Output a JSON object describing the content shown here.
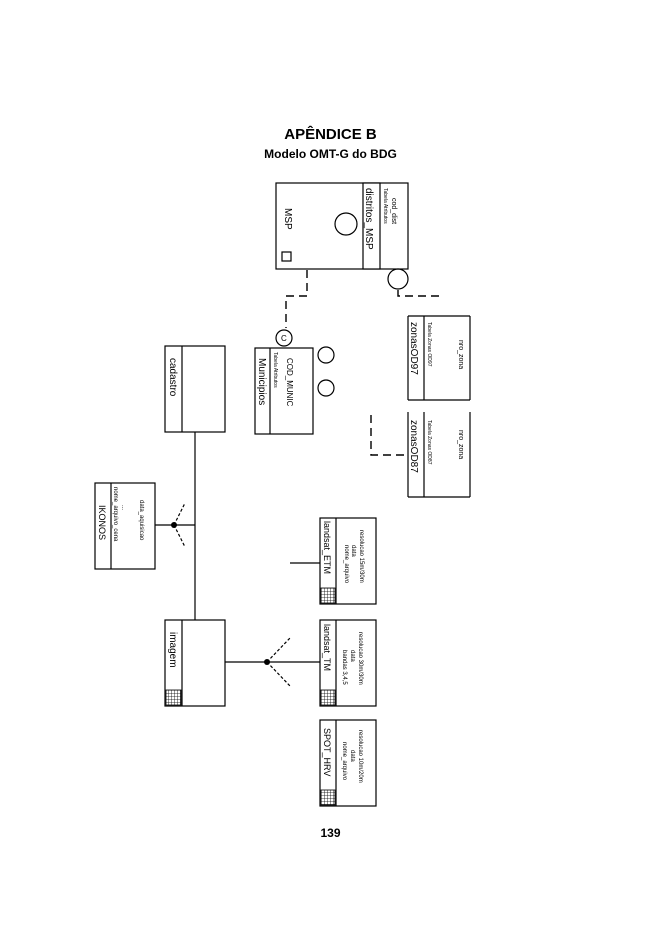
{
  "header": {
    "title": "APÊNDICE B",
    "subtitle": "Modelo OMT-G do BDG"
  },
  "page_number": "139",
  "classes": {
    "msp": {
      "name": "MSP"
    },
    "distritos": {
      "name": "distritos_MSP",
      "stereo": "Tabela Atributos",
      "attr": "cod_dist"
    },
    "municipios": {
      "name": "Municipios",
      "stereo": "Tabela Atributos",
      "attr": "COD_MUNIC"
    },
    "zonas_a": {
      "name": "zonasOD97",
      "stereo": "Tabela Zonas OD97",
      "attr": "nro_zona"
    },
    "zonas_b": {
      "name": "zonasOD87",
      "stereo": "Tabela Zonas OD87",
      "attr": "nro_zona"
    },
    "cadastro": {
      "name": "cadastro"
    },
    "imagem": {
      "name": "imagem"
    },
    "ikonos": {
      "name": "IKONOS",
      "attrs": [
        "nome_arquivo_cena",
        "...",
        "data_aquisicao"
      ]
    },
    "landsat_etm": {
      "name": "landsat_ETM",
      "attrs": [
        "nome_arquivo",
        "data",
        "resolucao 15m/30m"
      ]
    },
    "landsat_tm": {
      "name": "landsat_TM",
      "attrs": [
        "bandas 3,4,5",
        "data",
        "resolucao 30m/30m"
      ]
    },
    "spot_hrv": {
      "name": "SPOT_HRV",
      "attrs": [
        "nome_arquivo",
        "data",
        "resolucao 10m/20m"
      ]
    }
  }
}
